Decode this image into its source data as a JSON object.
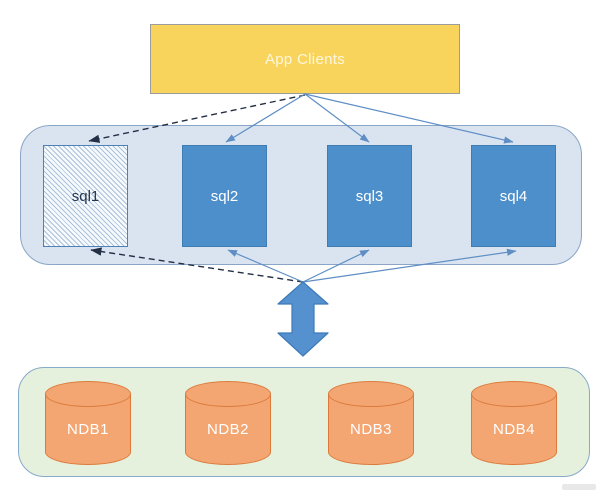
{
  "diagram": {
    "clients": {
      "label": "App Clients"
    },
    "sql_cluster": {
      "nodes": [
        {
          "label": "sql1",
          "style": "hatched"
        },
        {
          "label": "sql2",
          "style": "solid"
        },
        {
          "label": "sql3",
          "style": "solid"
        },
        {
          "label": "sql4",
          "style": "solid"
        }
      ]
    },
    "storage_cluster": {
      "nodes": [
        {
          "label": "NDB1"
        },
        {
          "label": "NDB2"
        },
        {
          "label": "NDB3"
        },
        {
          "label": "NDB4"
        }
      ]
    },
    "edges": [
      {
        "from": "App Clients",
        "to": "sql1",
        "style": "dashed-arrow"
      },
      {
        "from": "App Clients",
        "to": "sql2",
        "style": "solid-arrow"
      },
      {
        "from": "App Clients",
        "to": "sql3",
        "style": "solid-arrow"
      },
      {
        "from": "App Clients",
        "to": "sql4",
        "style": "solid-arrow"
      },
      {
        "from": "storage-junction",
        "to": "sql1",
        "style": "dashed-arrow"
      },
      {
        "from": "storage-junction",
        "to": "sql2",
        "style": "solid-arrow"
      },
      {
        "from": "storage-junction",
        "to": "sql3",
        "style": "solid-arrow"
      },
      {
        "from": "storage-junction",
        "to": "sql4",
        "style": "solid-arrow"
      },
      {
        "from": "sql-cluster",
        "to": "storage-cluster",
        "style": "double-block-arrow"
      }
    ],
    "colors": {
      "clients_fill": "#F9D45C",
      "clients_border": "#9C9C9C",
      "clients_text": "#FCF6DF",
      "sql_container_fill": "#DAE4F1",
      "sql_container_border": "#8AA5C6",
      "sql_solid_fill": "#4C8FCB",
      "sql_solid_border": "#3E7CB2",
      "sql_solid_text": "#FFFFFF",
      "sql_hatched_bg": "#F7FAFD",
      "sql_hatched_border": "#4E81B8",
      "sql_hatched_text": "#24374F",
      "storage_container_fill": "#E5F0DD",
      "storage_container_border": "#86AAC8",
      "ndb_fill": "#F3A672",
      "ndb_border": "#DC7A3C",
      "ndb_text": "#FFFFFF",
      "connector_solid": "#5E8EC4",
      "connector_dashed": "#222F45",
      "double_arrow_fill": "#5591CE",
      "double_arrow_border": "#3D7AB8"
    }
  }
}
